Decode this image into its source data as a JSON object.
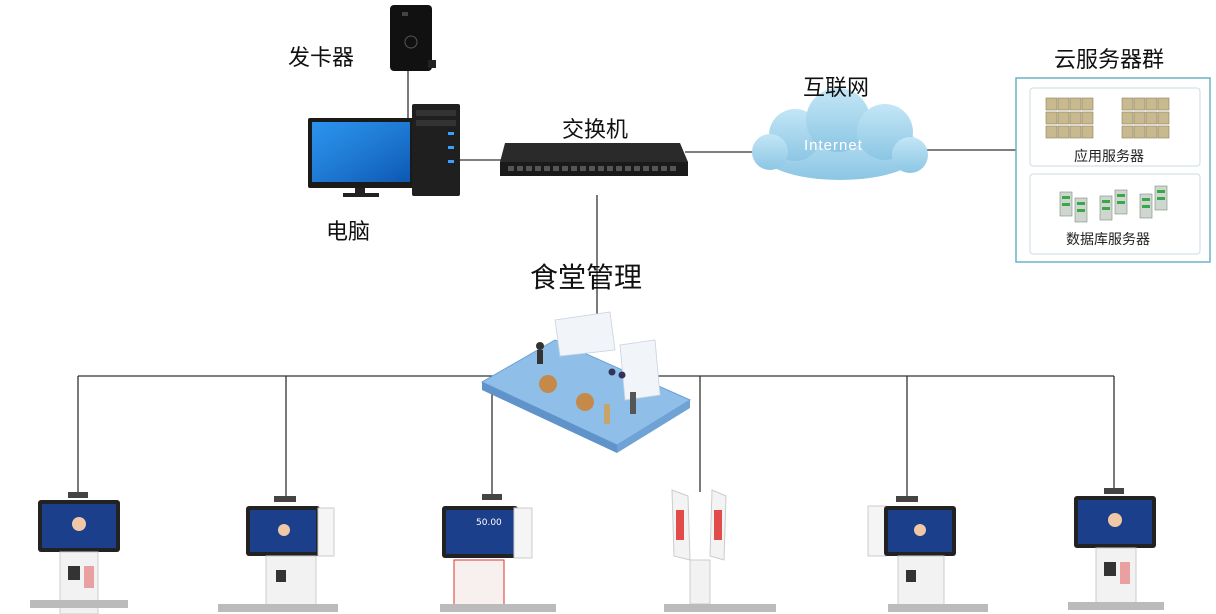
{
  "labels": {
    "card_issuer": "发卡器",
    "computer": "电脑",
    "switch": "交换机",
    "internet_label": "互联网",
    "cloud_text": "Internet",
    "cloud_group": "云服务器群",
    "app_servers": "应用服务器",
    "db_servers": "数据库服务器",
    "canteen": "食堂管理"
  },
  "kiosks": [
    {
      "screen_amount": ""
    },
    {
      "screen_amount": ""
    },
    {
      "screen_amount": "50.00"
    },
    {
      "screen_amount": ""
    },
    {
      "screen_amount": ""
    },
    {
      "screen_amount": ""
    }
  ],
  "colors": {
    "line": "#333333",
    "cloud": "#a7d6ee",
    "cloud_group_border": "#6ab3c8",
    "platform": "#7fb3e6",
    "kiosk_screen": "#1b3f8a"
  }
}
